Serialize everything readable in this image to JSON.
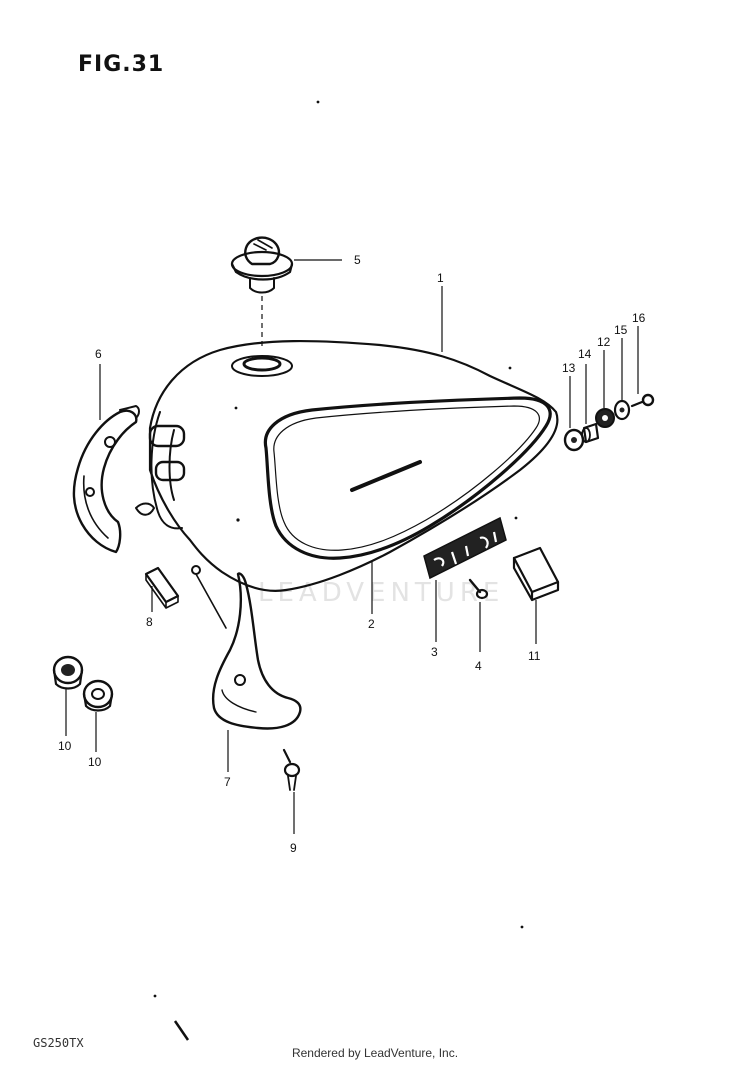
{
  "figure": {
    "title": "FIG.31",
    "model_code": "GS250TX"
  },
  "credit": "Rendered by LeadVenture, Inc.",
  "watermark": "LEADVENTURE",
  "callouts": {
    "c1": "1",
    "c2": "2",
    "c3": "3",
    "c4": "4",
    "c5": "5",
    "c6": "6",
    "c7": "7",
    "c8": "8",
    "c9": "9",
    "c10a": "10",
    "c10b": "10",
    "c11": "11",
    "c12": "12",
    "c13": "13",
    "c14": "14",
    "c15": "15",
    "c16": "16"
  }
}
